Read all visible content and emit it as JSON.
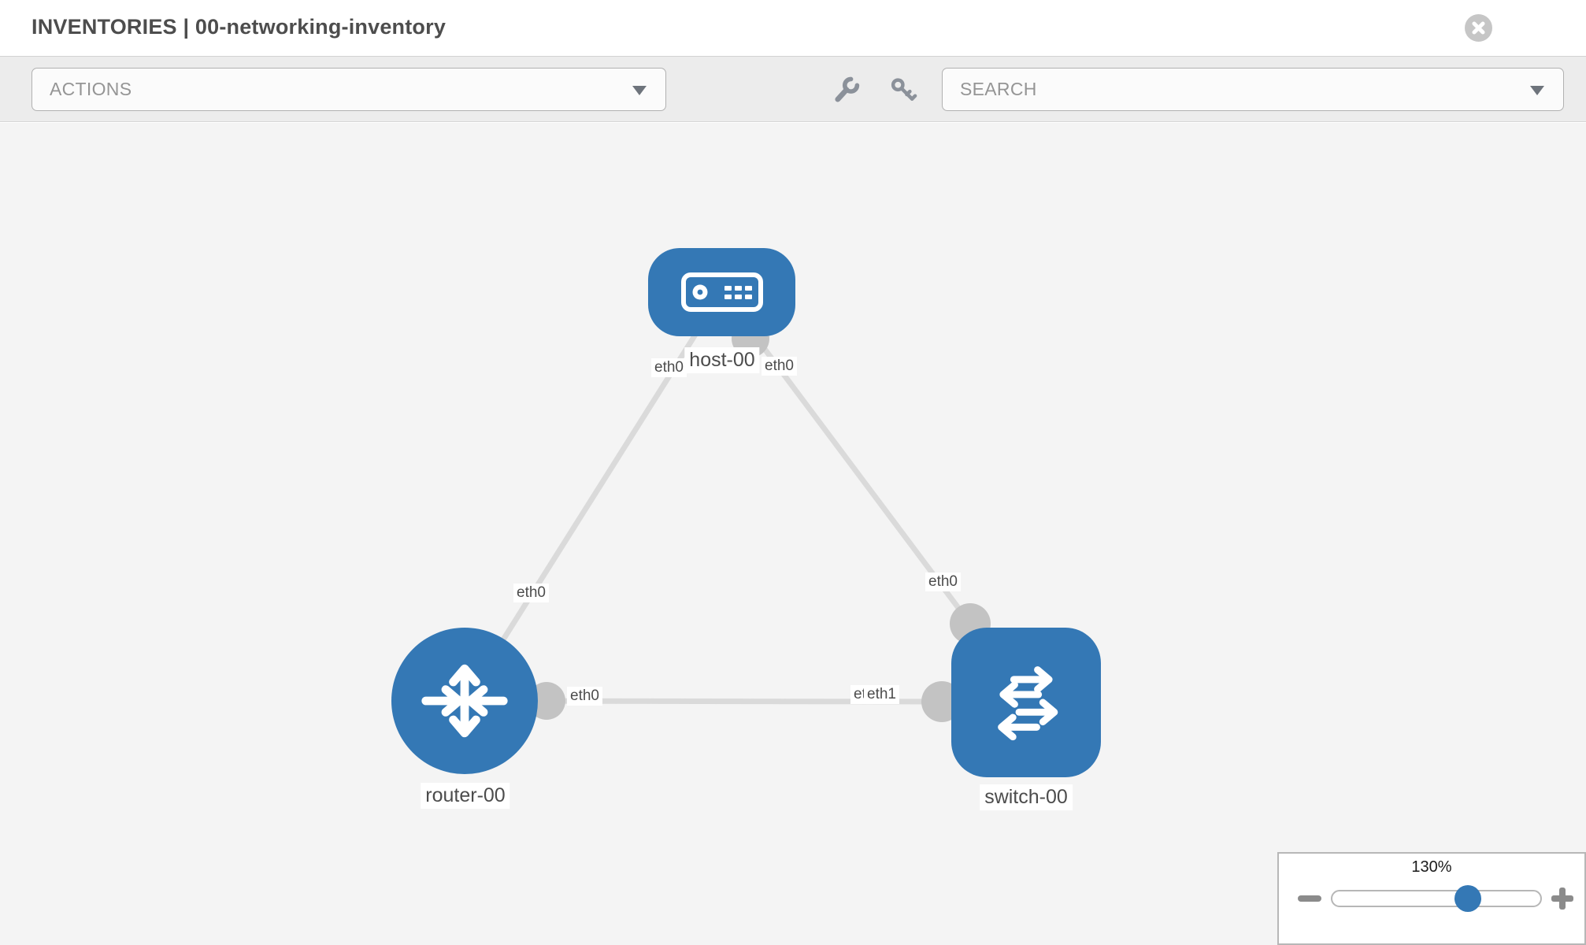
{
  "header": {
    "title": "INVENTORIES | 00-networking-inventory"
  },
  "toolbar": {
    "actions_label": "ACTIONS",
    "search_label": "SEARCH",
    "icons": [
      "wrench-icon",
      "key-icon"
    ]
  },
  "colors": {
    "node_blue": "#3478b5",
    "link_gray": "#dadada",
    "interface_gray": "#c3c3c3",
    "canvas_bg": "#f4f4f4"
  },
  "topology": {
    "nodes": [
      {
        "label": "host-00",
        "type": "host"
      },
      {
        "label": "router-00",
        "type": "router"
      },
      {
        "label": "switch-00",
        "type": "switch"
      }
    ],
    "links": [
      {
        "from": "host-00",
        "to": "router-00",
        "from_interface": "eth0",
        "to_interface": "eth0"
      },
      {
        "from": "host-00",
        "to": "switch-00",
        "from_interface": "eth0",
        "to_interface": "eth0"
      },
      {
        "from": "router-00",
        "to": "switch-00",
        "from_interface": "eth0",
        "to_interface": "eth1",
        "overlapped_interface": "eth0"
      }
    ]
  },
  "zoom_panel": {
    "level": "130%",
    "slider_percent": 65
  }
}
